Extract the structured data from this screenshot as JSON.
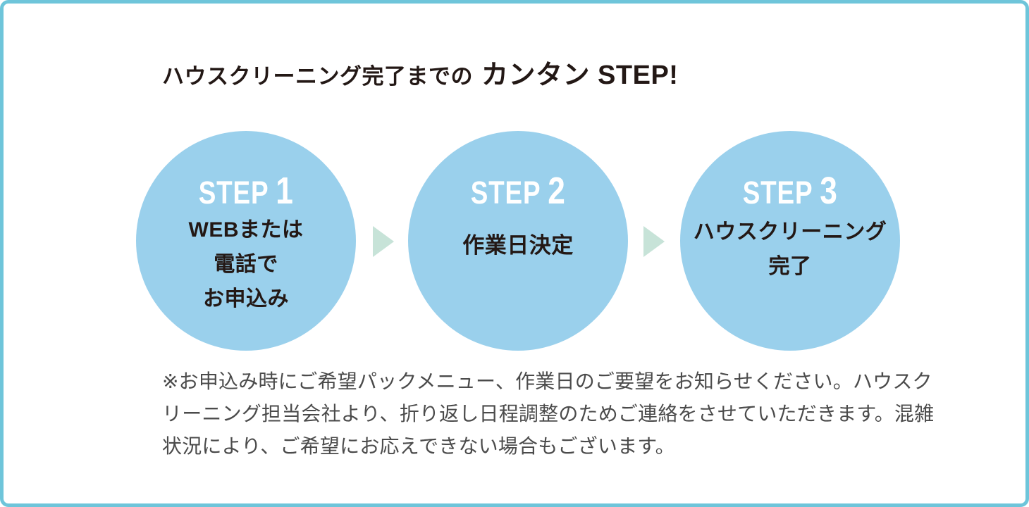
{
  "title": {
    "prefix": "ハウスクリーニング完了までの",
    "emphasis": "カンタン STEP!"
  },
  "steps": [
    {
      "label": "STEP",
      "number": "1",
      "lines": [
        "WEBまたは",
        "電話で",
        "お申込み"
      ]
    },
    {
      "label": "STEP",
      "number": "2",
      "lines": [
        "作業日決定"
      ]
    },
    {
      "label": "STEP",
      "number": "3",
      "lines": [
        "ハウスクリーニング",
        "完了"
      ]
    }
  ],
  "note": {
    "lines": [
      "※お申込み時にご希望パックメニュー、作業日のご要望をお知らせください。ハウスク",
      "リーニング担当会社より、折り返し日程調整のためご連絡をさせていただきます。混雑",
      "状況により、ご希望にお応えできない場合もございます。"
    ]
  },
  "colors": {
    "border": "#6EC5DA",
    "circle_fill": "#9AD0EC",
    "arrow": "#C7E3D8",
    "title_text": "#231815",
    "step_text": "#FFFFFF",
    "note_text": "#4B4B4B"
  }
}
